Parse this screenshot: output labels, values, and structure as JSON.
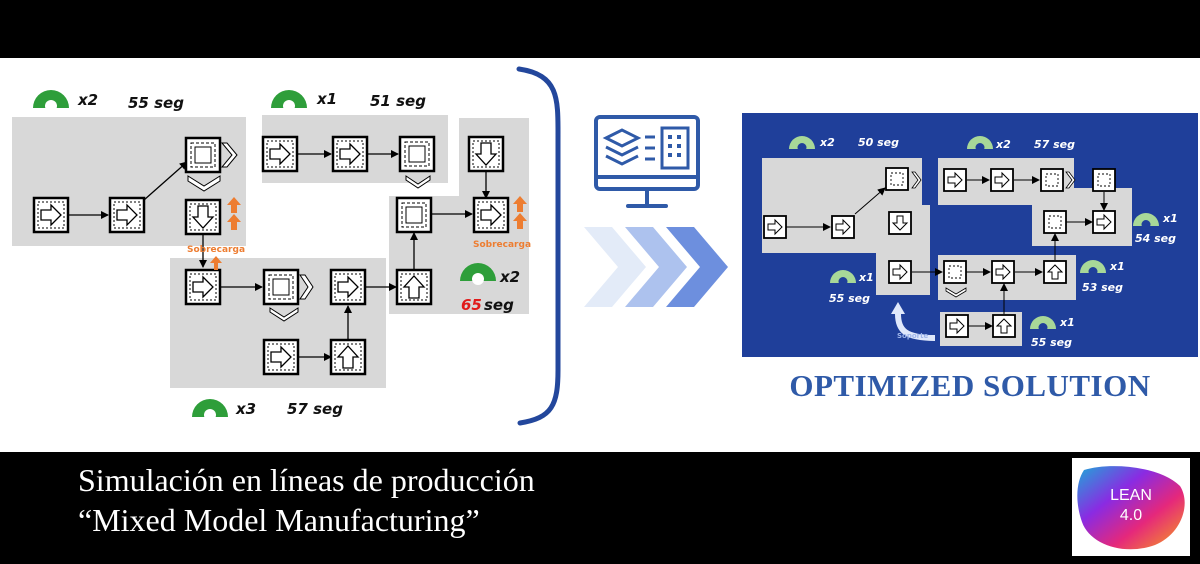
{
  "before": {
    "groups": [
      {
        "count": "x2",
        "time": "55 seg",
        "time_color": "#111111"
      },
      {
        "count": "x1",
        "time": "51 seg",
        "time_color": "#111111"
      },
      {
        "count": "x2",
        "time": "65",
        "time_unit": "seg",
        "time_color": "#e11b1b"
      },
      {
        "count": "x3",
        "time": "57 seg",
        "time_color": "#111111"
      }
    ],
    "overload_label": "Sobrecarga"
  },
  "after": {
    "groups": [
      {
        "count": "x2",
        "time": "50 seg"
      },
      {
        "count": "x2",
        "time": "57 seg"
      },
      {
        "count": "x1",
        "time": "54 seg"
      },
      {
        "count": "x1",
        "time": "55 seg"
      },
      {
        "count": "x1",
        "time": "53 seg"
      },
      {
        "count": "x1",
        "time": "55 seg"
      }
    ],
    "support_label": "Soporte",
    "title": "OPTIMIZED SOLUTION"
  },
  "caption": {
    "line1": "Simulación en líneas de producción",
    "line2": "“Mixed Model Manufacturing”"
  },
  "logo": {
    "line1": "LEAN",
    "line2": "4.0"
  },
  "colors": {
    "operator_green": "#2e9e3a",
    "operator_light_green": "#a8d898",
    "overload_orange": "#ed7d31",
    "panel_blue": "#1f3f9a",
    "bracket_blue": "#23479c",
    "title_blue": "#2f5aa8",
    "support_arrow": "#dfe8fb"
  }
}
